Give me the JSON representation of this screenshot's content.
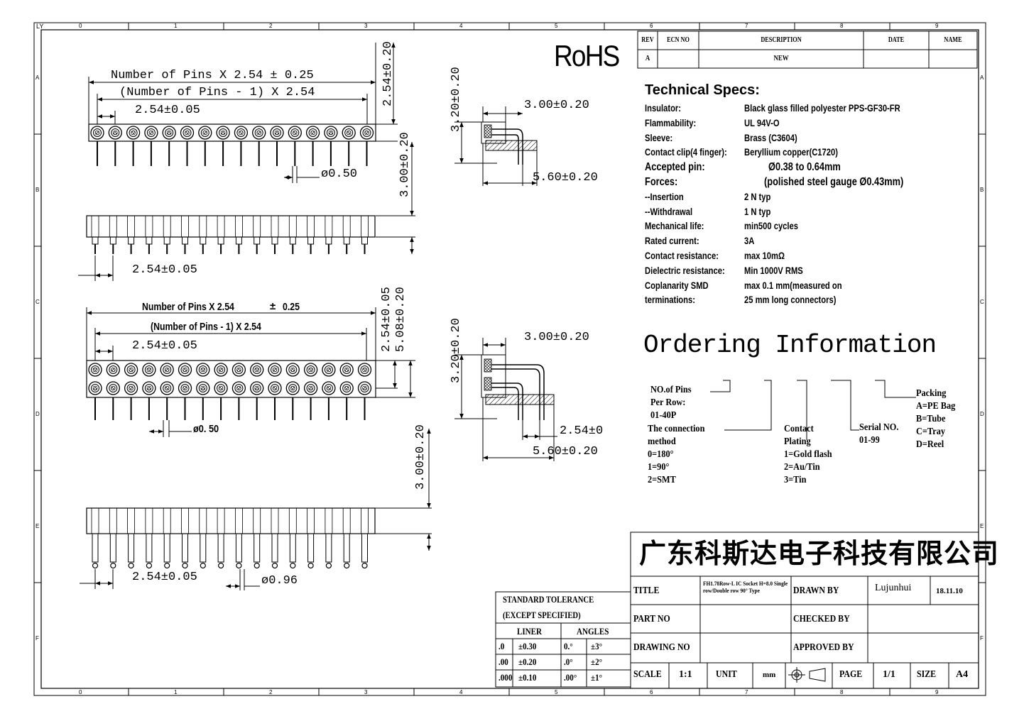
{
  "frame": {
    "corner_label": "LY",
    "col_numbers": [
      "0",
      "1",
      "2",
      "3",
      "4",
      "5",
      "6",
      "7",
      "8",
      "9"
    ],
    "row_letters": [
      "A",
      "B",
      "C",
      "D",
      "E",
      "F"
    ]
  },
  "rohs": "RoHS",
  "revision_table": {
    "headers": [
      "REV",
      "ECN NO",
      "DESCRIPTION",
      "DATE",
      "NAME"
    ],
    "row": [
      "A",
      "",
      "NEW",
      "",
      ""
    ]
  },
  "dimensions": {
    "top_total": "Number of Pins X 2.54 ± 0.25",
    "top_minus": "(Number of Pins - 1) X 2.54",
    "top_pitch": "2.54±0.05",
    "top_height": "2.54±0.20",
    "top_dia": "ø0.50",
    "top_pinlen": "3.00±0.20",
    "side1_pitch": "2.54±0.05",
    "side1_h": "3.20±0.20",
    "side1_w1": "3.00±0.20",
    "side1_w2": "5.60±0.20",
    "mid_total_a": "Number of Pins X 2.54",
    "mid_total_b": "±",
    "mid_total_c": "0.25",
    "mid_minus": "(Number of Pins - 1) X 2.54",
    "mid_pitch": "2.54±0.05",
    "mid_h1": "2.54±0.05",
    "mid_h2": "5.08±0.20",
    "mid_dia": "ø0. 50",
    "side2_h": "3.20±0.20",
    "side2_w1": "3.00±0.20",
    "side2_pitch": "2.54±0",
    "side2_w2": "5.60±0.20",
    "bot_pinlen": "3.00±0.20",
    "bot_pitch": "2.54±0.05",
    "bot_dia": "ø0.96"
  },
  "specs": {
    "title": "Technical Specs:",
    "rows": [
      {
        "k": "Insulator:",
        "v": "Black glass filled polyester PPS-GF30-FR",
        "big": false
      },
      {
        "k": "Flammability:",
        "v": "UL 94V-O",
        "big": false
      },
      {
        "k": "Sleeve:",
        "v": "Brass (C3604)",
        "big": false
      },
      {
        "k": "Contact clip(4 finger):",
        "v": "Beryllium copper(C1720)",
        "big": false
      },
      {
        "k": "Accepted pin:",
        "v": "Ø0.38 to 0.64mm",
        "big": true
      },
      {
        "k": "Forces:",
        "v": "(polished steel gauge Ø0.43mm)",
        "big": true
      },
      {
        "k": "--Insertion",
        "v": "2 N typ",
        "big": false
      },
      {
        "k": "--Withdrawal",
        "v": "1 N typ",
        "big": false
      },
      {
        "k": "Mechanical life:",
        "v": "min500 cycles",
        "big": false
      },
      {
        "k": "Rated current:",
        "v": "3A",
        "big": false
      },
      {
        "k": "Contact resistance:",
        "v": "max 10mΩ",
        "big": false
      },
      {
        "k": "Dielectric resistance:",
        "v": "Min 1000V RMS",
        "big": false
      },
      {
        "k": "Coplanarity SMD",
        "v": "max 0.1 mm(measured on",
        "big": false
      },
      {
        "k": "terminations:",
        "v": "25 mm long connectors)",
        "big": false
      }
    ]
  },
  "ordering": {
    "title": "Ordering Information",
    "pins_lines": [
      "NO.of Pins",
      "Per Row:",
      "01-40P"
    ],
    "connection_lines": [
      "The connection",
      "method",
      "0=180°",
      "1=90°",
      "2=SMT"
    ],
    "contact_lines": [
      "Contact",
      "Plating",
      "1=Gold flash",
      "2=Au/Tin",
      "3=Tin"
    ],
    "serial_lines": [
      "Serial NO.",
      "01-99"
    ],
    "packing_lines": [
      "Packing",
      "A=PE Bag",
      "B=Tube",
      "C=Tray",
      "D=Reel"
    ]
  },
  "tolerance": {
    "title1": "STANDARD TOLERANCE",
    "title2": "(EXCEPT SPECIFIED)",
    "h_liner": "LINER",
    "h_angles": "ANGLES",
    "rows": [
      [
        ".0",
        "±0.30",
        "0.°",
        "±3°"
      ],
      [
        ".00",
        "±0.20",
        ".0°",
        "±2°"
      ],
      [
        ".000",
        "±0.10",
        ".00°",
        "±1°"
      ]
    ]
  },
  "title_block": {
    "company": "广东科斯达电子科技有限公司",
    "title_label": "TITLE",
    "title_value": "FH1.78Row-L IC Socket H=8.0 Single row/Double row 90° Type",
    "drawn_by_label": "DRAWN BY",
    "drawn_by": "Lujunhui",
    "date": "18.11.10",
    "part_no_label": "PART NO",
    "checked_by_label": "CHECKED BY",
    "drawing_no_label": "DRAWING NO",
    "approved_by_label": "APPROVED BY",
    "scale_label": "SCALE",
    "scale": "1:1",
    "unit_label": "UNIT",
    "unit": "mm",
    "page_label": "PAGE",
    "page": "1/1",
    "size_label": "SIZE",
    "size": "A4"
  }
}
